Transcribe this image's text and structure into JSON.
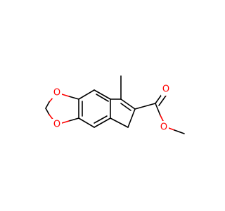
{
  "molecule": {
    "atoms": [
      {
        "id": "O1",
        "symbol": "O"
      },
      {
        "id": "O2",
        "symbol": "O"
      },
      {
        "id": "O3",
        "symbol": "O"
      },
      {
        "id": "O4",
        "symbol": "O"
      }
    ]
  },
  "colors": {
    "bond": "#000000",
    "oxygen": "#ff0000"
  }
}
